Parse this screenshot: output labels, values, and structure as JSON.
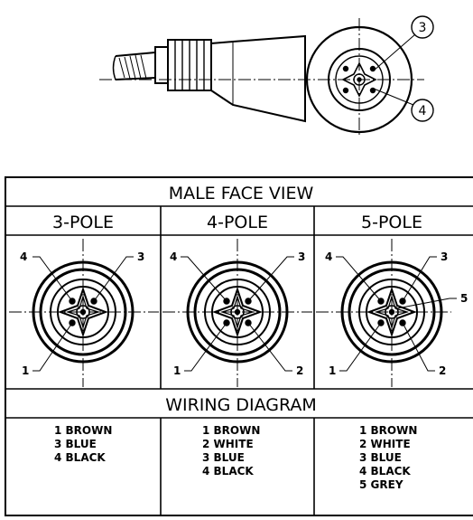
{
  "callouts": {
    "top": "3",
    "bottom": "4"
  },
  "header": {
    "title": "MALE FACE VIEW"
  },
  "columns": [
    {
      "label": "3-POLE",
      "pins": [
        "4",
        "3",
        "1"
      ],
      "wiring": [
        "1 BROWN",
        "3 BLUE",
        "4 BLACK"
      ]
    },
    {
      "label": "4-POLE",
      "pins": [
        "4",
        "3",
        "1",
        "2"
      ],
      "wiring": [
        "1 BROWN",
        "2 WHITE",
        "3 BLUE",
        "4 BLACK"
      ]
    },
    {
      "label": "5-POLE",
      "pins": [
        "4",
        "3",
        "5",
        "1",
        "2"
      ],
      "wiring": [
        "1 BROWN",
        "2 WHITE",
        "3 BLUE",
        "4 BLACK",
        "5 GREY"
      ]
    }
  ],
  "wiring_header": "WIRING DIAGRAM"
}
